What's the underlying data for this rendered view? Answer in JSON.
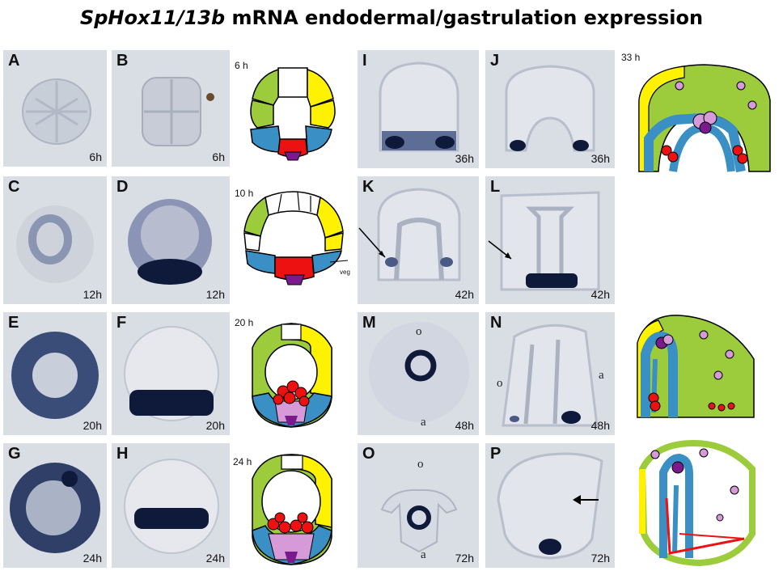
{
  "title": {
    "gene": "SpHox11/13b",
    "rest": " mRNA endodermal/gastrulation expression"
  },
  "panels": [
    {
      "label": "A",
      "time": "6h"
    },
    {
      "label": "B",
      "time": "6h"
    },
    {
      "label": "C",
      "time": "12h"
    },
    {
      "label": "D",
      "time": "12h"
    },
    {
      "label": "E",
      "time": "20h"
    },
    {
      "label": "F",
      "time": "20h"
    },
    {
      "label": "G",
      "time": "24h"
    },
    {
      "label": "H",
      "time": "24h"
    },
    {
      "label": "I",
      "time": "36h"
    },
    {
      "label": "J",
      "time": "36h"
    },
    {
      "label": "K",
      "time": "42h"
    },
    {
      "label": "L",
      "time": "42h"
    },
    {
      "label": "M",
      "time": "48h"
    },
    {
      "label": "N",
      "time": "48h"
    },
    {
      "label": "O",
      "time": "72h"
    },
    {
      "label": "P",
      "time": "72h"
    }
  ],
  "diagrams": [
    {
      "time": "6 h"
    },
    {
      "time": "10 h"
    },
    {
      "time": "20 h"
    },
    {
      "time": "24 h"
    },
    {
      "time": "33 h"
    }
  ],
  "annotations": {
    "veg": "veg",
    "oral": "o",
    "aboral": "a"
  },
  "colors": {
    "ectoderm_green": "#9ccc3c",
    "ectoderm_yellow": "#fff200",
    "endoderm_blue": "#3a8fc4",
    "mesoderm_red": "#ee1111",
    "pmc_purple": "#7a1a8c",
    "smc_pink": "#d79ad9",
    "stain_dark": "#0f1a3a"
  }
}
